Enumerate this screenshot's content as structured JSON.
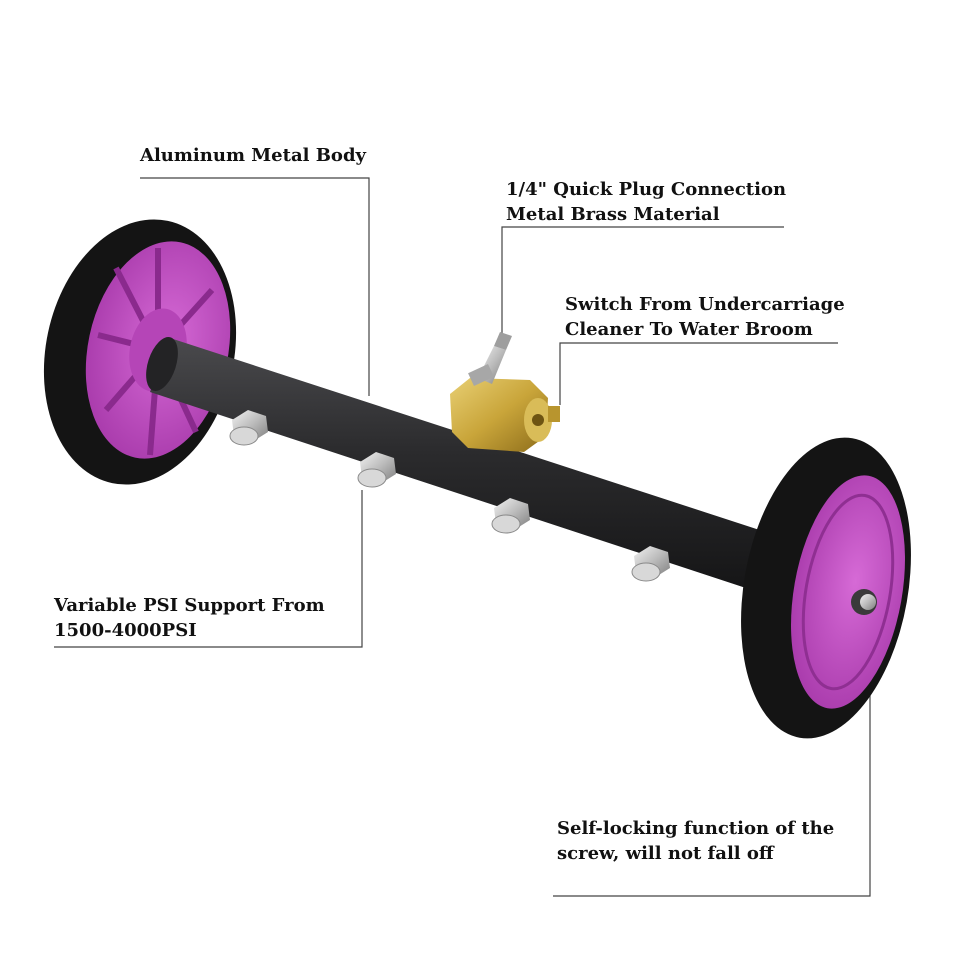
{
  "callouts": {
    "body": {
      "line1": "Aluminum Metal Body"
    },
    "plug": {
      "line1": "1/4\" Quick Plug Connection",
      "line2": "Metal Brass Material"
    },
    "switch": {
      "line1": "Switch From Undercarriage",
      "line2": "Cleaner To Water Broom"
    },
    "psi": {
      "line1": "Variable PSI Support From",
      "line2": "1500-4000PSI"
    },
    "lock": {
      "line1": "Self-locking function of the",
      "line2": "screw, will not fall off"
    }
  },
  "colors": {
    "tire": "#141414",
    "rim": "#c44ec4",
    "rim_shadow": "#9a2f9c",
    "tube": "#2b2b2d",
    "brass": "#c9a53a",
    "nozzle": "#c8c8c8",
    "leader": "#444444"
  },
  "nozzle_count": 4
}
